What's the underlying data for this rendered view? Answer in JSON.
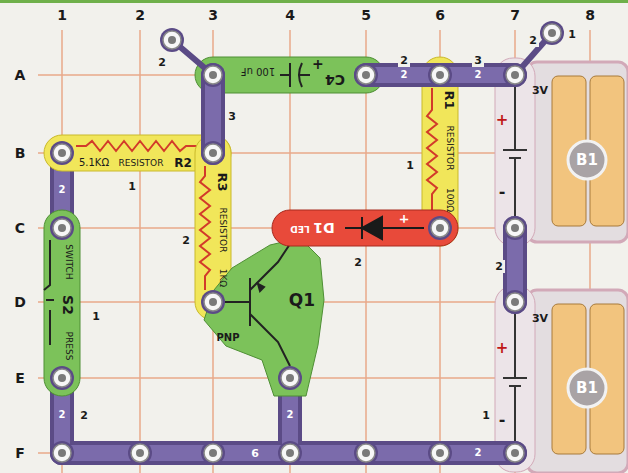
{
  "diagram": {
    "nodes": [
      {
        "text": [
          "100 uF",
          "C4",
          "+"
        ]
      },
      {
        "text": [
          "5.1KΩ",
          "RESISTOR",
          "R2"
        ]
      },
      {
        "text": [
          "R1",
          "RESISTOR",
          "100Ω"
        ]
      },
      {
        "text": [
          "R3",
          "RESISTOR",
          "1KΩ"
        ]
      },
      {
        "text": [
          "LED",
          "D1",
          "+"
        ]
      },
      {
        "text": [
          "Q1",
          "PNP"
        ]
      },
      {
        "text": [
          "SWITCH",
          "S2",
          "PRESS"
        ]
      },
      {
        "text": [
          "3V",
          "+",
          "-",
          "B1"
        ]
      },
      {
        "text": [
          "3V",
          "+",
          "-",
          "B1"
        ]
      }
    ],
    "labels": [
      "1",
      "2",
      "3",
      "4",
      "5",
      "6",
      "7",
      "8",
      "A",
      "B",
      "C",
      "D",
      "E",
      "F",
      "2",
      "2",
      "1",
      "2",
      "3",
      "2",
      "2",
      "3",
      "1",
      "2",
      "2",
      "1",
      "2",
      "2",
      "1",
      "2",
      "2",
      "2",
      "6",
      "1",
      "2"
    ]
  }
}
